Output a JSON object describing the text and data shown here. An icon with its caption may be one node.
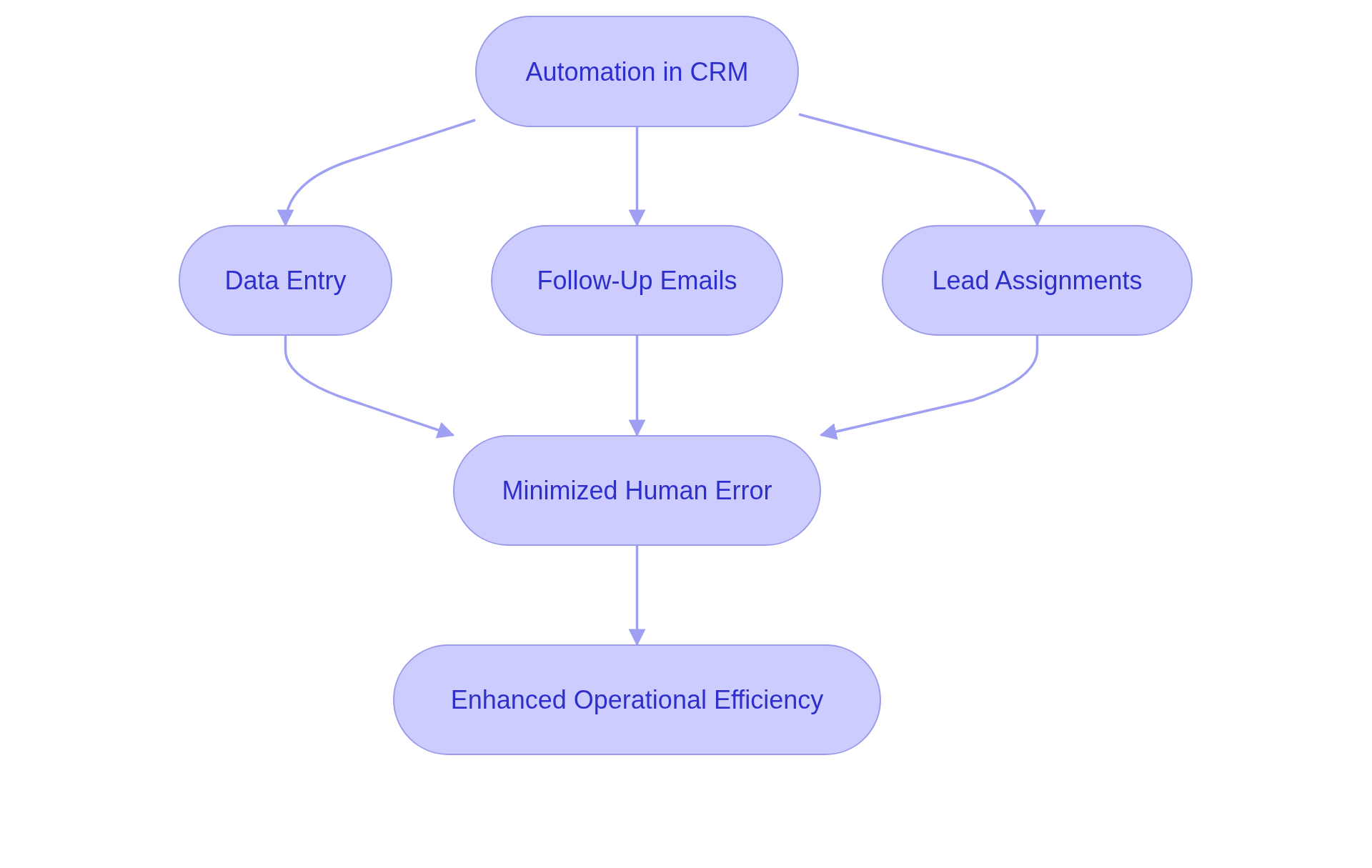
{
  "diagram": {
    "nodes": [
      {
        "text": [
          "Automation in CRM"
        ]
      },
      {
        "text": [
          "Data Entry"
        ]
      },
      {
        "text": [
          "Follow-Up Emails"
        ]
      },
      {
        "text": [
          "Lead Assignments"
        ]
      },
      {
        "text": [
          "Minimized Human Error"
        ]
      },
      {
        "text": [
          "Enhanced Operational Efficiency"
        ]
      }
    ],
    "edges": [
      {
        "from": 0,
        "to": 1,
        "arrow": "to"
      },
      {
        "from": 0,
        "to": 2,
        "arrow": "to"
      },
      {
        "from": 0,
        "to": 3,
        "arrow": "to"
      },
      {
        "from": 1,
        "to": 4,
        "arrow": "to"
      },
      {
        "from": 2,
        "to": 4,
        "arrow": "to"
      },
      {
        "from": 3,
        "to": 4,
        "arrow": "to"
      },
      {
        "from": 4,
        "to": 5,
        "arrow": "to"
      }
    ]
  }
}
